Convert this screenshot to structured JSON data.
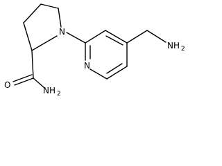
{
  "molecule": {
    "atoms": {
      "pyrrolidine_n": "N",
      "pyridine_n": "N",
      "carbonyl_o": "O",
      "amide_nh2": "NH",
      "amide_nh2_sub": "2",
      "aminomethyl_nh2": "NH",
      "aminomethyl_nh2_sub": "2"
    }
  },
  "colors": {
    "bond": "#000000",
    "background": "#ffffff"
  }
}
